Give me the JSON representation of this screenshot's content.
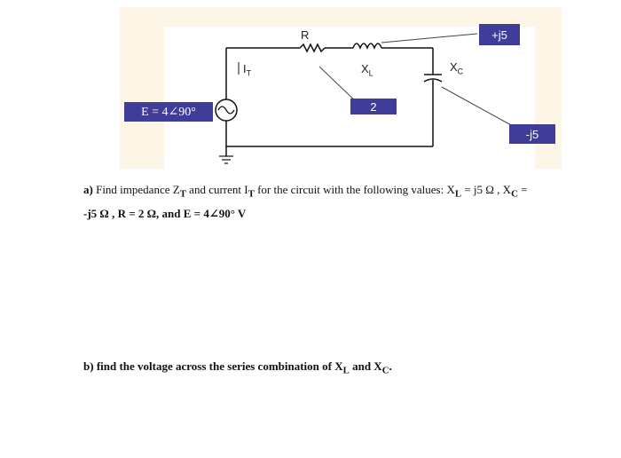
{
  "circuit": {
    "resistor_label": "R",
    "inductor_label": "X",
    "inductor_sub": "L",
    "capacitor_label": "X",
    "capacitor_sub": "C",
    "current_label": "I",
    "current_sub": "T",
    "source_label": "E = 4∠90°",
    "inductor_value": "+j5",
    "resistor_value": "2",
    "capacitor_value": "-j5"
  },
  "questions": {
    "a_prefix": "a)",
    "a_line1": "Find impedance Z",
    "a_line1_sub1": "T",
    "a_line1_mid": "and current I",
    "a_line1_sub2": "T",
    "a_line1_end": "for the circuit with the following values: X",
    "a_line1_sub3": "L",
    "a_line1_end2": "= j5 Ω , X",
    "a_line1_sub4": "C",
    "a_line1_end3": "=",
    "a_line2": "-j5 Ω , R = 2 Ω, and E = 4∠90° V",
    "b_prefix": "b)",
    "b_text": "find the voltage across the series combination of X",
    "b_sub1": "L",
    "b_mid": "and X",
    "b_sub2": "C",
    "b_end": "."
  }
}
